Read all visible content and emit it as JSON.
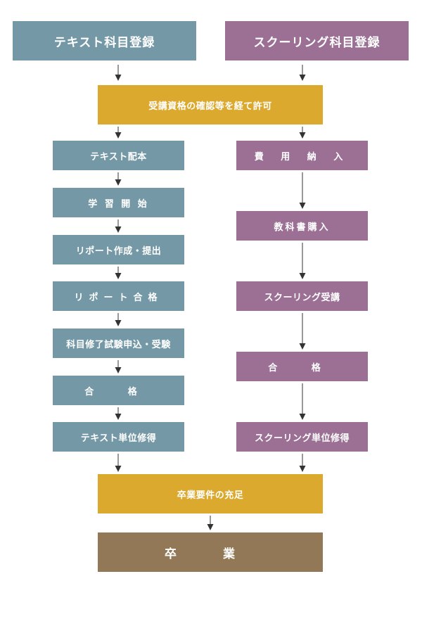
{
  "headers": {
    "text_subject": "テキスト科目登録",
    "schooling_subject": "スクーリング科目登録"
  },
  "approval": "受講資格の確認等を経て許可",
  "text_steps": [
    "テキスト配本",
    "学 習 開 始",
    "リポート作成・提出",
    "リポート合格",
    "科目修了試験申込・受験",
    "合 格",
    "テキスト単位修得"
  ],
  "schooling_steps": [
    "費 用 納 入",
    "教科書購入",
    "スクーリング受講",
    "合 格",
    "スクーリング単位修得"
  ],
  "requirements": "卒業要件の充足",
  "graduation": "卒 業",
  "colors": {
    "text_track": "#7498a6",
    "schooling_track": "#9b7094",
    "milestone": "#dca92f",
    "graduation": "#927856",
    "arrow": "#333333"
  }
}
